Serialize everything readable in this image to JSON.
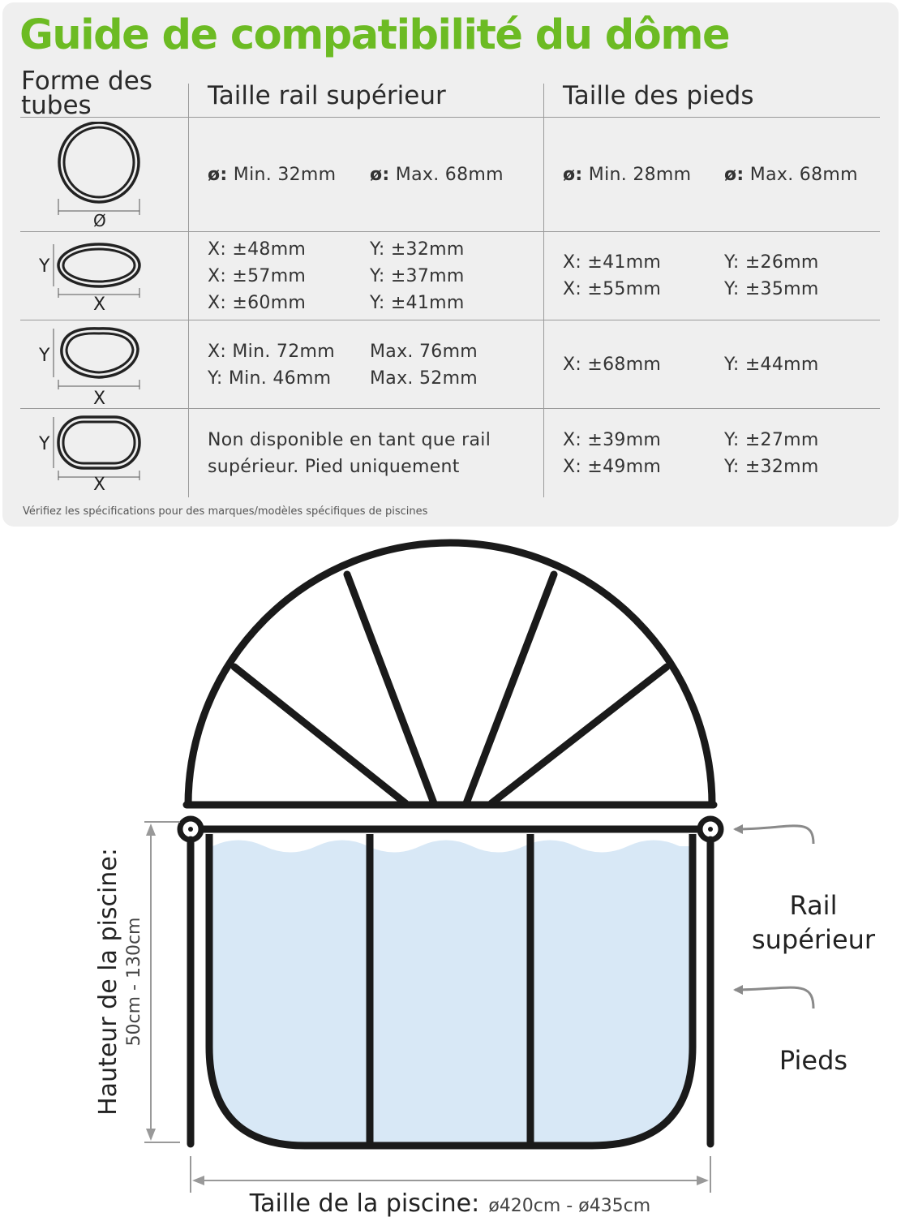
{
  "title": "Guide de compatibilité du dôme",
  "headers": {
    "shape_line1": "Forme des",
    "shape_line2": "tubes",
    "top_rail": "Taille rail supérieur",
    "feet": "Taille des pieds"
  },
  "rows": [
    {
      "shape": "round",
      "shape_labels": [
        "Ø"
      ],
      "rail": [
        [
          "ø:",
          " Min. 32mm"
        ],
        [
          "ø:",
          " Max. 68mm"
        ]
      ],
      "feet": [
        [
          "ø:",
          " Min. 28mm"
        ],
        [
          "ø:",
          " Max. 68mm"
        ]
      ]
    },
    {
      "shape": "oval",
      "shape_labels": [
        "Y",
        "X"
      ],
      "rail": [
        "X: ±48mm",
        "Y: ±32mm",
        "X: ±57mm",
        "Y: ±37mm",
        "X: ±60mm",
        "Y: ±41mm"
      ],
      "feet": [
        "X: ±41mm",
        "Y: ±26mm",
        "X: ±55mm",
        "Y: ±35mm"
      ]
    },
    {
      "shape": "egg",
      "shape_labels": [
        "Y",
        "X"
      ],
      "rail": [
        "X: Min. 72mm",
        "Max. 76mm",
        "Y: Min. 46mm",
        "Max. 52mm"
      ],
      "feet": [
        "X: ±68mm",
        "Y: ±44mm"
      ]
    },
    {
      "shape": "rounded-rect",
      "shape_labels": [
        "Y",
        "X"
      ],
      "rail": [
        "Non disponible en tant que rail",
        "supérieur. Pied uniquement"
      ],
      "feet": [
        "X: ±39mm",
        "Y: ±27mm",
        "X: ±49mm",
        "Y: ±32mm"
      ]
    }
  ],
  "note": "Vérifiez les spécifications pour des marques/modèles spécifiques de piscines",
  "diagram": {
    "height_label": "Hauteur de la piscine:",
    "height_range": "50cm - 130cm",
    "size_label": "Taille de la piscine:",
    "size_range": "ø420cm - ø435cm",
    "rail_label_line1": "Rail",
    "rail_label_line2": "supérieur",
    "feet_label": "Pieds",
    "colors": {
      "water": "#d8e8f6",
      "frame": "#1a1a1a",
      "accent": "#6cbb23",
      "arrow": "#8a8a8a"
    }
  }
}
